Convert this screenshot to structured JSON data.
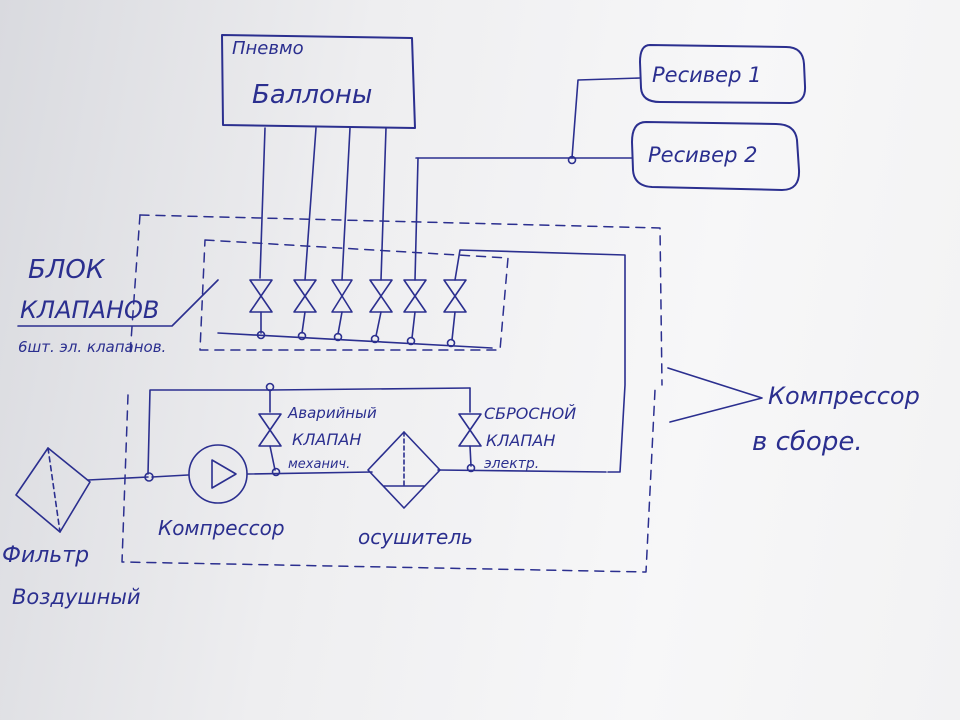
{
  "diagram": {
    "cylinders": {
      "line1": "Пневмо",
      "line2": "Баллоны"
    },
    "receiver1": "Ресивер 1",
    "receiver2": "Ресивер 2",
    "valve_block": {
      "line1": "БЛОК",
      "line2": "КЛАПАНОВ",
      "line3": "6шт. эл. клапанов."
    },
    "emergency_valve": {
      "line1": "Аварийный",
      "line2": "КЛАПАН",
      "line3": "механич."
    },
    "relief_valve": {
      "line1": "СБРОСНОЙ",
      "line2": "КЛАПАН",
      "line3": "электр."
    },
    "assembly": {
      "line1": "Компрессор",
      "line2": "в сборе."
    },
    "compressor": "Компрессор",
    "dryer": "осушитель",
    "filter": {
      "line1": "Фильтр",
      "line2": "Воздушный"
    },
    "colors": {
      "ink": "#2b2f8f",
      "paper": "#f2f2f3"
    }
  }
}
